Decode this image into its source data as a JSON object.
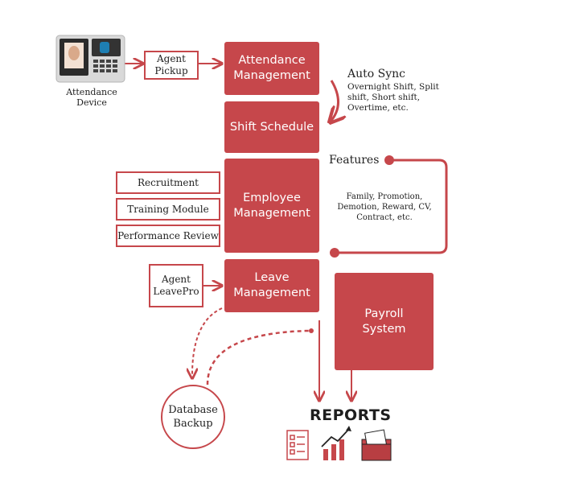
{
  "colors": {
    "accent": "#c6474b",
    "text": "#222222"
  },
  "device": {
    "label": "Attendance Device",
    "icon": "attendance-device-icon"
  },
  "agent_pickup": "Agent\nPickup",
  "attendance": "Attendance\nManagement",
  "shift": "Shift Schedule",
  "employee": "Employee\nManagement",
  "leave": "Leave\nManagement",
  "payroll": "Payroll\nSystem",
  "auto_sync": {
    "title": "Auto Sync",
    "body": "Overnight Shift, Split\nshift, Short shift,\nOvertime, etc."
  },
  "features": {
    "title": "Features",
    "body": "Family, Promotion,\nDemotion, Reward, CV,\nContract, etc."
  },
  "modules": [
    "Recruitment",
    "Training Module",
    "Performance Review"
  ],
  "agent_leavepro": "Agent\nLeavePro",
  "database": "Database\nBackup",
  "reports": {
    "title": "REPORTS",
    "icons": [
      "report-list-icon",
      "growth-chart-icon",
      "report-folder-icon"
    ]
  }
}
